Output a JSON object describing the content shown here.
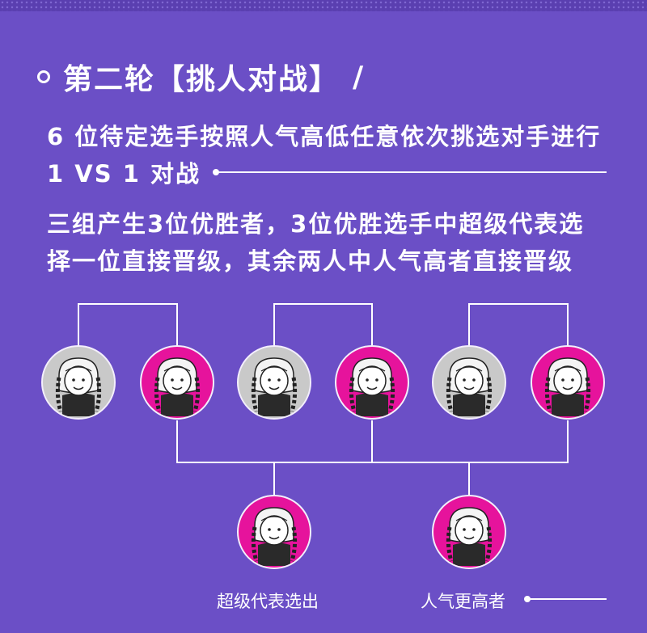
{
  "header": {
    "title": "第二轮【挑人对战】",
    "slash": "/"
  },
  "rules": {
    "line1": "6 位待定选手按照人气高低任意依次挑选对手进行",
    "line2": "1 VS 1 对战",
    "line3": "三组产生3位优胜者，3位优胜选手中超级代表选",
    "line4": "择一位直接晋级，其余两人中人气高者直接晋级"
  },
  "bracket": {
    "captions": {
      "left": "超级代表选出",
      "right": "人气更高者"
    }
  },
  "colors": {
    "background": "#6b4fc6",
    "winner": "#e6139c",
    "loser": "#c9c9c9",
    "line": "#ffffff"
  },
  "icons": {
    "avatar": "girl-with-braids-avatar",
    "title_marker": "hollow-circle-icon"
  }
}
